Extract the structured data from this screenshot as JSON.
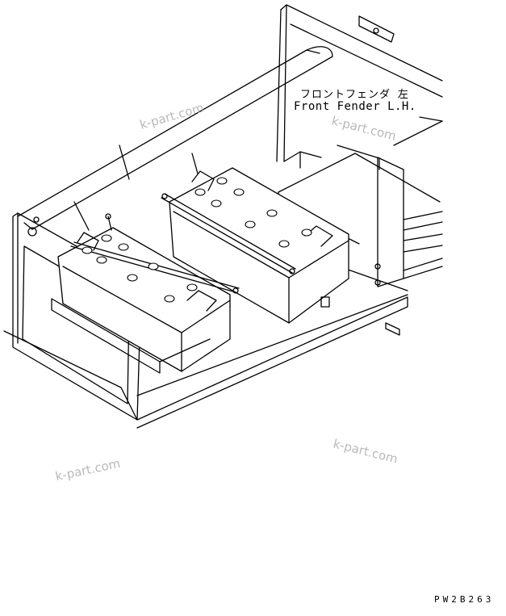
{
  "labels": {
    "part_name_jp": "フロントフェンダ 左",
    "part_name_en": "Front Fender L.H.",
    "drawing_code": "PW2B263"
  },
  "watermarks": [
    "k-part.com",
    "k-part.com",
    "k-part.com",
    "k-part.com"
  ],
  "colors": {
    "line": "#000000",
    "watermark": "#b9b9b9",
    "background": "#ffffff"
  }
}
